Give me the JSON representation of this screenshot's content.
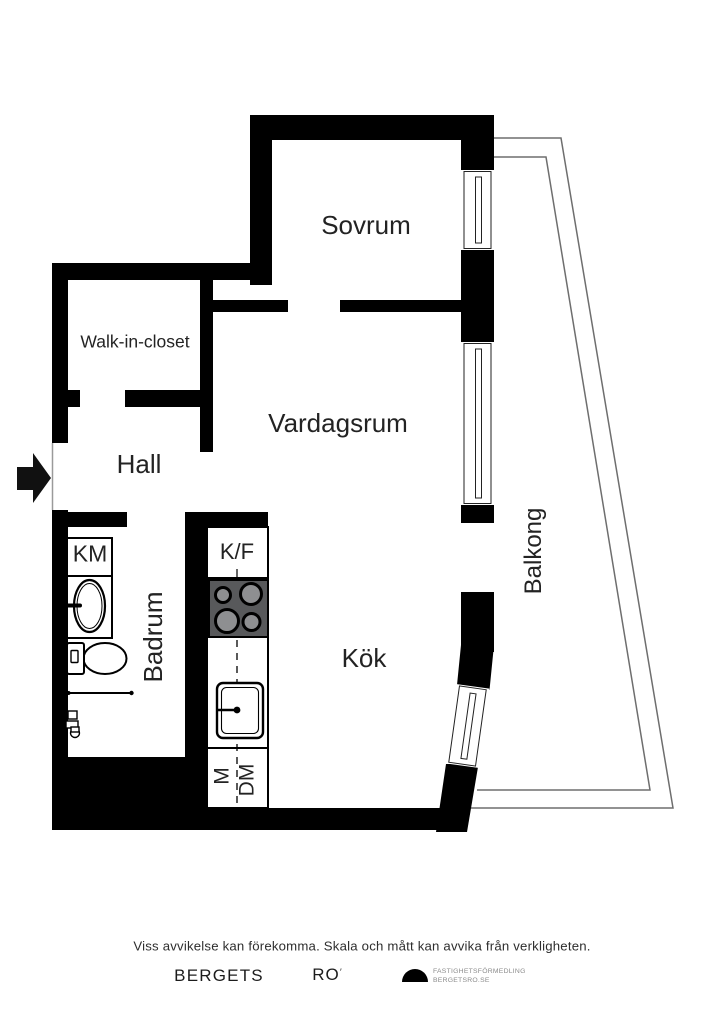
{
  "rooms": {
    "sovrum": "Sovrum",
    "walk_in_closet": "Walk-in-closet",
    "vardagsrum": "Vardagsrum",
    "hall": "Hall",
    "kok": "Kök",
    "badrum": "Badrum",
    "balkong": "Balkong"
  },
  "fixtures": {
    "washing_machine": "KM",
    "fridge_freezer": "K/F",
    "microwave_oven": "M",
    "dishwasher": "DM"
  },
  "footer": {
    "disclaimer": "Viss avvikelse kan förekomma. Skala och mått kan avvika från verkligheten.",
    "brand_word1": "BERGETS",
    "brand_word2": "RO",
    "brand_mark": "′",
    "agency_line1": "FASTIGHETSFÖRMEDLING",
    "agency_line2": "BERGETSRO.SE"
  },
  "colors": {
    "wall": "#000000",
    "stove_top": "#58595b",
    "burner_fill": "#8e8f91",
    "balcony_line": "#6e6e6e",
    "label_text": "#232323",
    "agency_text": "#8b8b8b"
  }
}
